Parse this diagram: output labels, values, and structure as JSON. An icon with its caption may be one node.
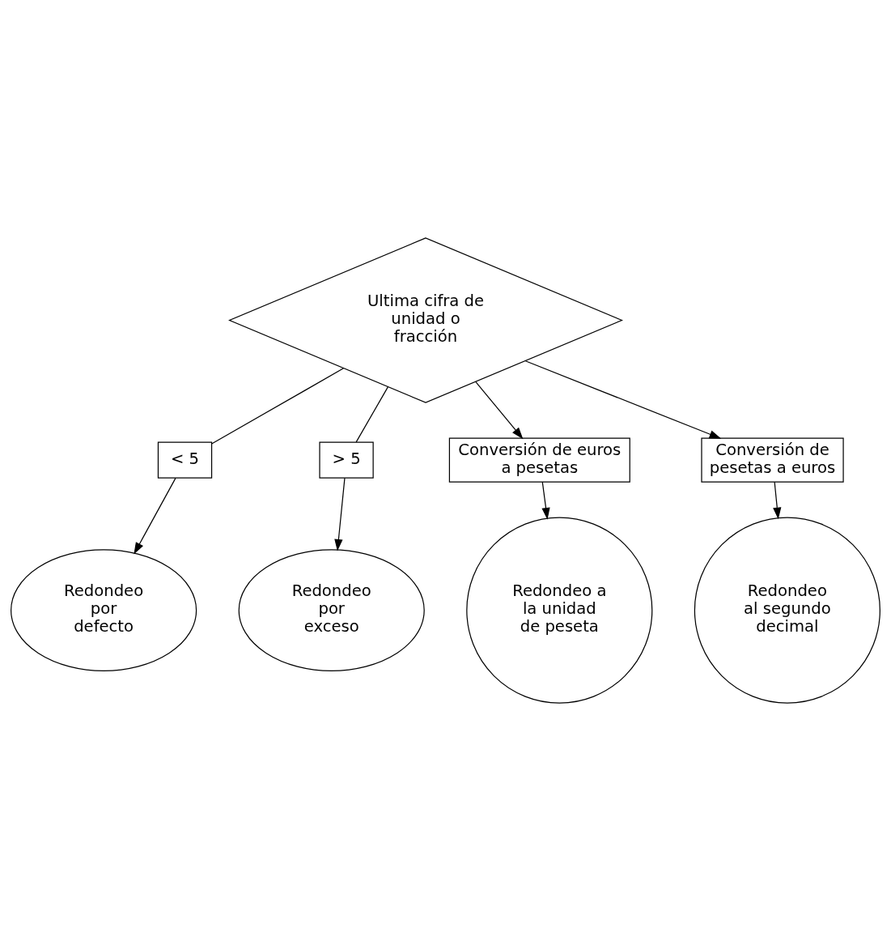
{
  "diagram": {
    "nodes": [
      {
        "text": [
          "Ultima cifra de unidad o fracción"
        ]
      },
      {
        "text": [
          "< 5"
        ]
      },
      {
        "text": [
          "> 5"
        ]
      },
      {
        "text": [
          "Redondeo por defecto"
        ]
      },
      {
        "text": [
          "Redondeo por exceso"
        ]
      },
      {
        "text": [
          "Conversión de euros a pesetas"
        ]
      },
      {
        "text": [
          "Conversión de pesetas a euros"
        ]
      },
      {
        "text": [
          "Redondeo a la unidad de peseta"
        ]
      },
      {
        "text": [
          "Redondeo al segundo decimal"
        ]
      }
    ],
    "edges": [
      {
        "from": 0,
        "to": 1,
        "arrow": "none"
      },
      {
        "from": 1,
        "to": 3,
        "arrow": "to"
      },
      {
        "from": 0,
        "to": 5,
        "arrow": "to"
      },
      {
        "from": 0,
        "to": 6,
        "arrow": "to"
      },
      {
        "from": 0,
        "to": 2,
        "arrow": "none"
      },
      {
        "from": 2,
        "to": 4,
        "arrow": "to"
      },
      {
        "from": 5,
        "to": 7,
        "arrow": "to"
      },
      {
        "from": 6,
        "to": 8,
        "arrow": "to"
      }
    ]
  }
}
